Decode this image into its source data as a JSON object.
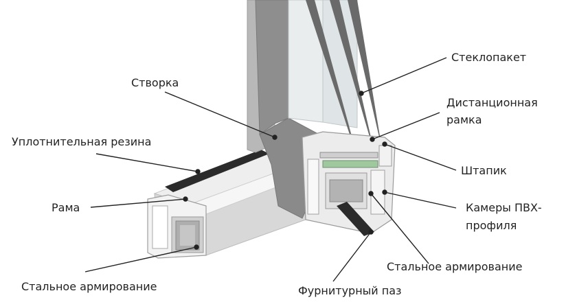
{
  "labels": {
    "glass_unit": "Стеклопакет",
    "sash": "Створка",
    "spacer_line1": "Дистанционная",
    "spacer_line2": "рамка",
    "seal": "Уплотнительная резина",
    "bead": "Штапик",
    "frame": "Рама",
    "chambers_line1": "Камеры ПВХ-",
    "chambers_line2": "профиля",
    "steel_right": "Стальное армирование",
    "steel_left": "Стальное армирование",
    "hardware_groove": "Фурнитурный паз"
  },
  "colors": {
    "pvc_white": "#e6e6e6",
    "pvc_shadow": "#bdbdbd",
    "sash_grey": "#8e8e8e",
    "seal_dark": "#2b2b2b",
    "glass": "#dfe4e6",
    "spacer_fill": "#d9c9a2",
    "leader_line": "#222222"
  }
}
